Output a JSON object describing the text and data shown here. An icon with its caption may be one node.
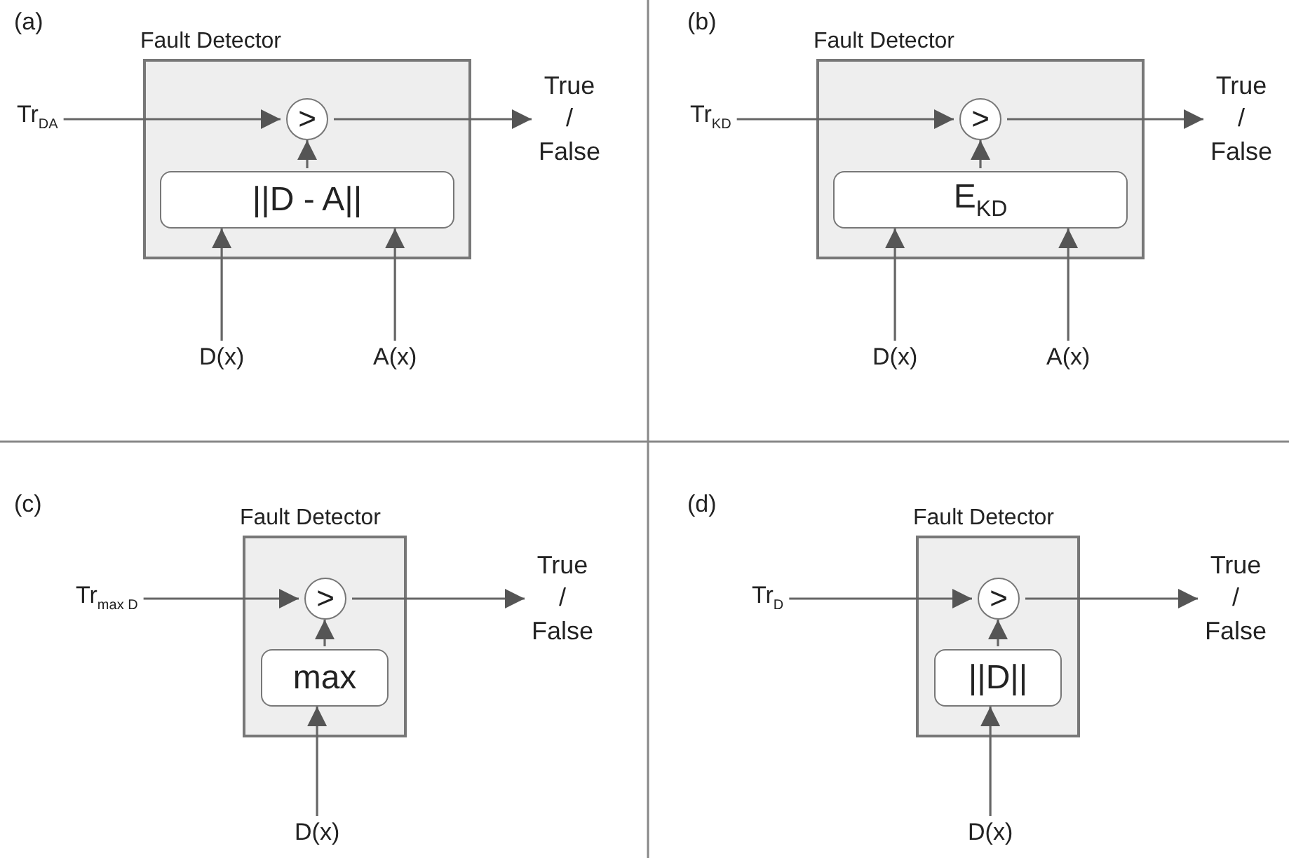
{
  "diagram": {
    "nodes": [
      {
        "text": [
          "Fault Detector"
        ]
      },
      {
        "text": [
          ">"
        ],
        "in": 0
      },
      {
        "text": [
          "||D - A||"
        ],
        "in": 0
      },
      {
        "text": [
          "Tr$_{DA}$"
        ]
      },
      {
        "text": [
          "True / False"
        ]
      },
      {
        "text": [
          "D(x)"
        ]
      },
      {
        "text": [
          "A(x)"
        ]
      },
      {
        "text": [
          "Fault Detector"
        ]
      },
      {
        "text": [
          ">"
        ],
        "in": 7
      },
      {
        "text": [
          "E$_{KD}$"
        ],
        "in": 7
      },
      {
        "text": [
          "Tr$_{KD}$"
        ]
      },
      {
        "text": [
          "True / False"
        ]
      },
      {
        "text": [
          "D(x)"
        ]
      },
      {
        "text": [
          "A(x)"
        ]
      },
      {
        "text": [
          "Fault Detector"
        ]
      },
      {
        "text": [
          ">"
        ],
        "in": 14
      },
      {
        "text": [
          "max"
        ],
        "in": 14
      },
      {
        "text": [
          "Tr$_{max D}$"
        ]
      },
      {
        "text": [
          "True / False"
        ]
      },
      {
        "text": [
          "D(x)"
        ]
      },
      {
        "text": [
          "Fault Detector"
        ]
      },
      {
        "text": [
          ">"
        ],
        "in": 20
      },
      {
        "text": [
          "||D||"
        ],
        "in": 20
      },
      {
        "text": [
          "Tr$_{D}$"
        ]
      },
      {
        "text": [
          "True / False"
        ]
      },
      {
        "text": [
          "D(x)"
        ]
      }
    ],
    "edges": [
      {
        "from": 3,
        "to": 1,
        "arrow": "to"
      },
      {
        "from": 1,
        "to": 4,
        "arrow": "to"
      },
      {
        "from": 2,
        "to": 1,
        "arrow": "to"
      },
      {
        "from": 5,
        "to": 2,
        "arrow": "to"
      },
      {
        "from": 6,
        "to": 2,
        "arrow": "to"
      },
      {
        "from": 10,
        "to": 8,
        "arrow": "to"
      },
      {
        "from": 8,
        "to": 11,
        "arrow": "to"
      },
      {
        "from": 9,
        "to": 8,
        "arrow": "to"
      },
      {
        "from": 12,
        "to": 9,
        "arrow": "to"
      },
      {
        "from": 13,
        "to": 9,
        "arrow": "to"
      },
      {
        "from": 17,
        "to": 15,
        "arrow": "to"
      },
      {
        "from": 15,
        "to": 18,
        "arrow": "to"
      },
      {
        "from": 16,
        "to": 15,
        "arrow": "to"
      },
      {
        "from": 19,
        "to": 16,
        "arrow": "to"
      },
      {
        "from": 23,
        "to": 21,
        "arrow": "to"
      },
      {
        "from": 21,
        "to": 24,
        "arrow": "to"
      },
      {
        "from": 22,
        "to": 21,
        "arrow": "to"
      },
      {
        "from": 25,
        "to": 22,
        "arrow": "to"
      }
    ],
    "labels": [
      "(a)",
      "(b)",
      "(c)",
      "(d)"
    ]
  }
}
